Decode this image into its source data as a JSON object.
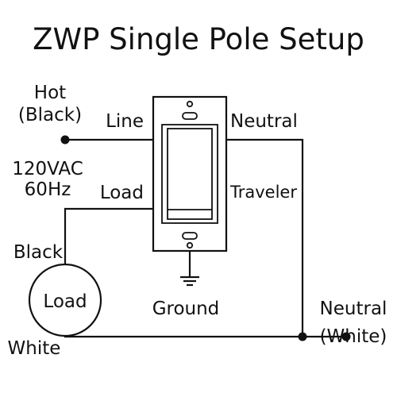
{
  "title": "ZWP Single Pole Setup",
  "labels": {
    "hot_line1": "Hot",
    "hot_line2": "(Black)",
    "voltage_line1": "120VAC",
    "voltage_line2": "60Hz",
    "line": "Line",
    "load_terminal": "Load",
    "neutral_terminal": "Neutral",
    "traveler": "Traveler",
    "black_wire": "Black",
    "load_device": "Load",
    "white_wire": "White",
    "ground": "Ground",
    "neutral_white_line1": "Neutral",
    "neutral_white_line2": "(White)"
  }
}
